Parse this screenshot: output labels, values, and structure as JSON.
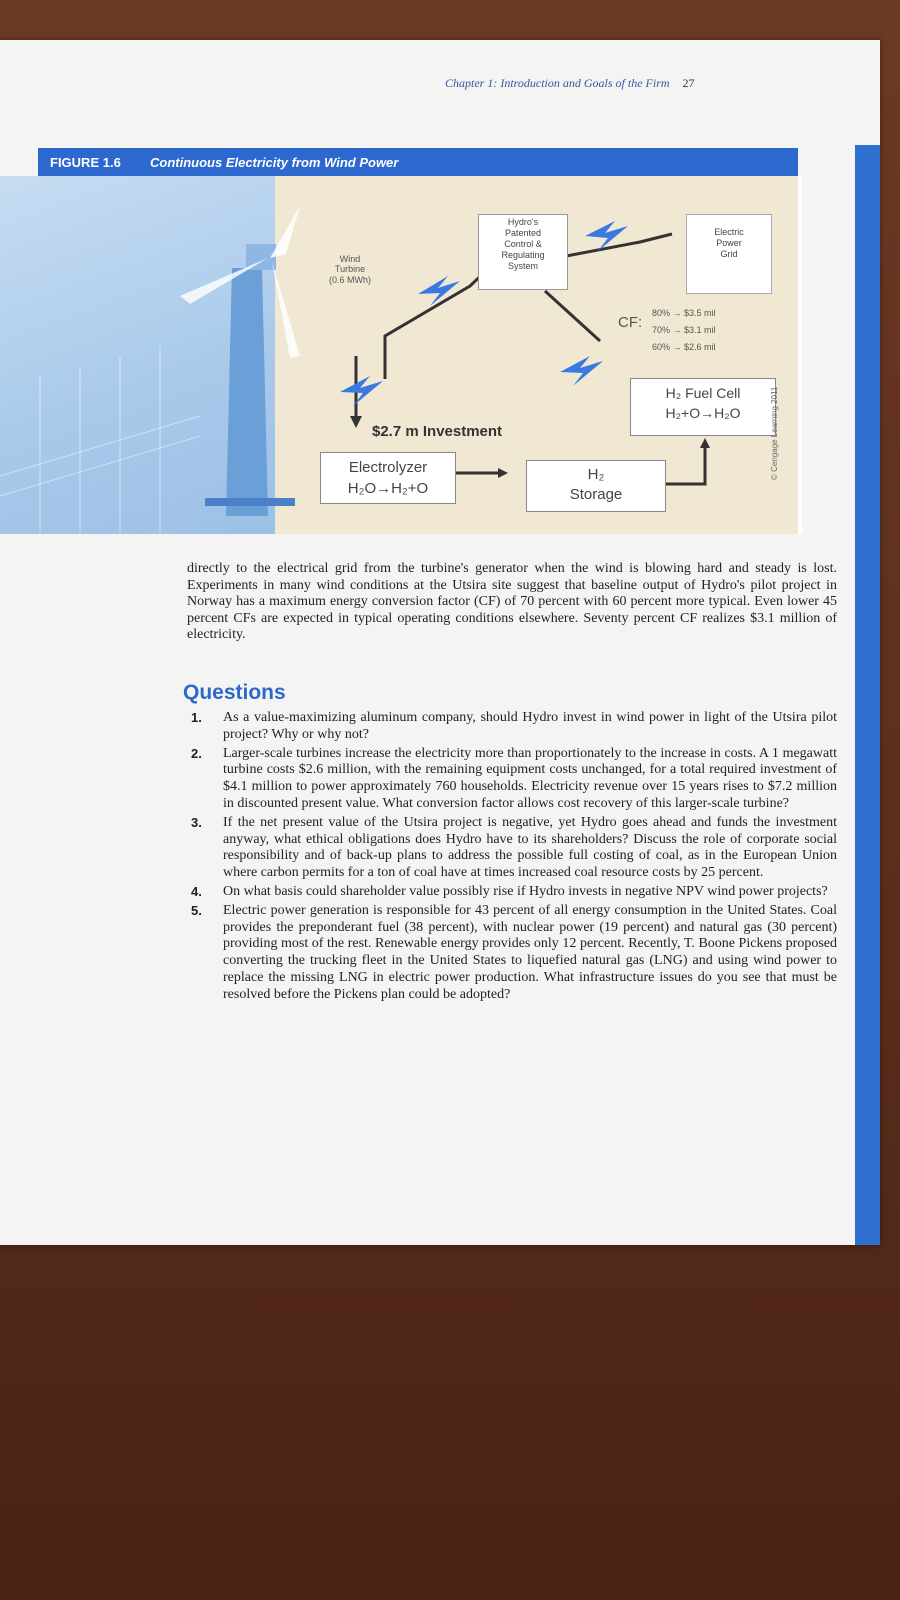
{
  "running_head": {
    "chapter": "Chapter 1: Introduction and Goals of the Firm",
    "page": "27"
  },
  "figure": {
    "number": "FIGURE 1.6",
    "title": "Continuous Electricity from Wind Power",
    "wind_turbine_label": [
      "Wind",
      "Turbine",
      "(0.6 MWh)"
    ],
    "hydro_label": [
      "Hydro's",
      "Patented",
      "Control &",
      "Regulating",
      "System"
    ],
    "grid_label": [
      "Electric",
      "Power",
      "Grid"
    ],
    "cf_label": "CF:",
    "cf_rows": [
      "80% → $3.5 mil",
      "70% → $3.1 mil",
      "60% → $2.6 mil"
    ],
    "fuel_cell": {
      "line1": "H₂ Fuel Cell",
      "line2": "H₂+O→H₂O"
    },
    "investment": "$2.7 m Investment",
    "electrolyzer": {
      "line1": "Electrolyzer",
      "line2": "H₂O→H₂+O"
    },
    "storage": {
      "line1": "H₂",
      "line2": "Storage"
    },
    "credit": "© Cengage Learning 2011"
  },
  "body_paragraph": "directly to the electrical grid from the turbine's generator when the wind is blowing hard and steady is lost. Experiments in many wind conditions at the Utsira site suggest that baseline output of Hydro's pilot project in Norway has a maximum energy conversion factor (CF) of 70 percent with 60 percent more typical. Even lower 45 percent CFs are expected in typical operating conditions elsewhere. Seventy percent CF realizes $3.1 million of electricity.",
  "questions_heading": "Questions",
  "questions": [
    {
      "num": "1.",
      "text": "As a value-maximizing aluminum company, should Hydro invest in wind power in light of the Utsira pilot project? Why or why not?"
    },
    {
      "num": "2.",
      "text": "Larger-scale turbines increase the electricity more than proportionately to the increase in costs. A 1 megawatt turbine costs $2.6 million, with the remaining equipment costs unchanged, for a total required investment of $4.1 million to power approximately 760 households. Electricity revenue over 15 years rises to $7.2 million in discounted present value. What conversion factor allows cost recovery of this larger-scale turbine?"
    },
    {
      "num": "3.",
      "text": "If the net present value of the Utsira project is negative, yet Hydro goes ahead and funds the investment anyway, what ethical obligations does Hydro have to its shareholders? Discuss the role of corporate social responsibility and of back-up plans to address the possible full costing of coal, as in the European Union where carbon permits for a ton of coal have at times increased coal resource costs by 25 percent."
    },
    {
      "num": "4.",
      "text": "On what basis could shareholder value possibly rise if Hydro invests in negative NPV wind power projects?"
    },
    {
      "num": "5.",
      "text": "Electric power generation is responsible for 43 percent of all energy consumption in the United States. Coal provides the preponderant fuel (38 percent), with nuclear power (19 percent) and natural gas (30 percent) providing most of the rest. Renewable energy provides only 12 percent. Recently, T. Boone Pickens proposed converting the trucking fleet in the United States to liquefied natural gas (LNG) and using wind power to replace the missing LNG in electric power production. What infrastructure issues do you see that must be resolved before the Pickens plan could be adopted?"
    }
  ]
}
